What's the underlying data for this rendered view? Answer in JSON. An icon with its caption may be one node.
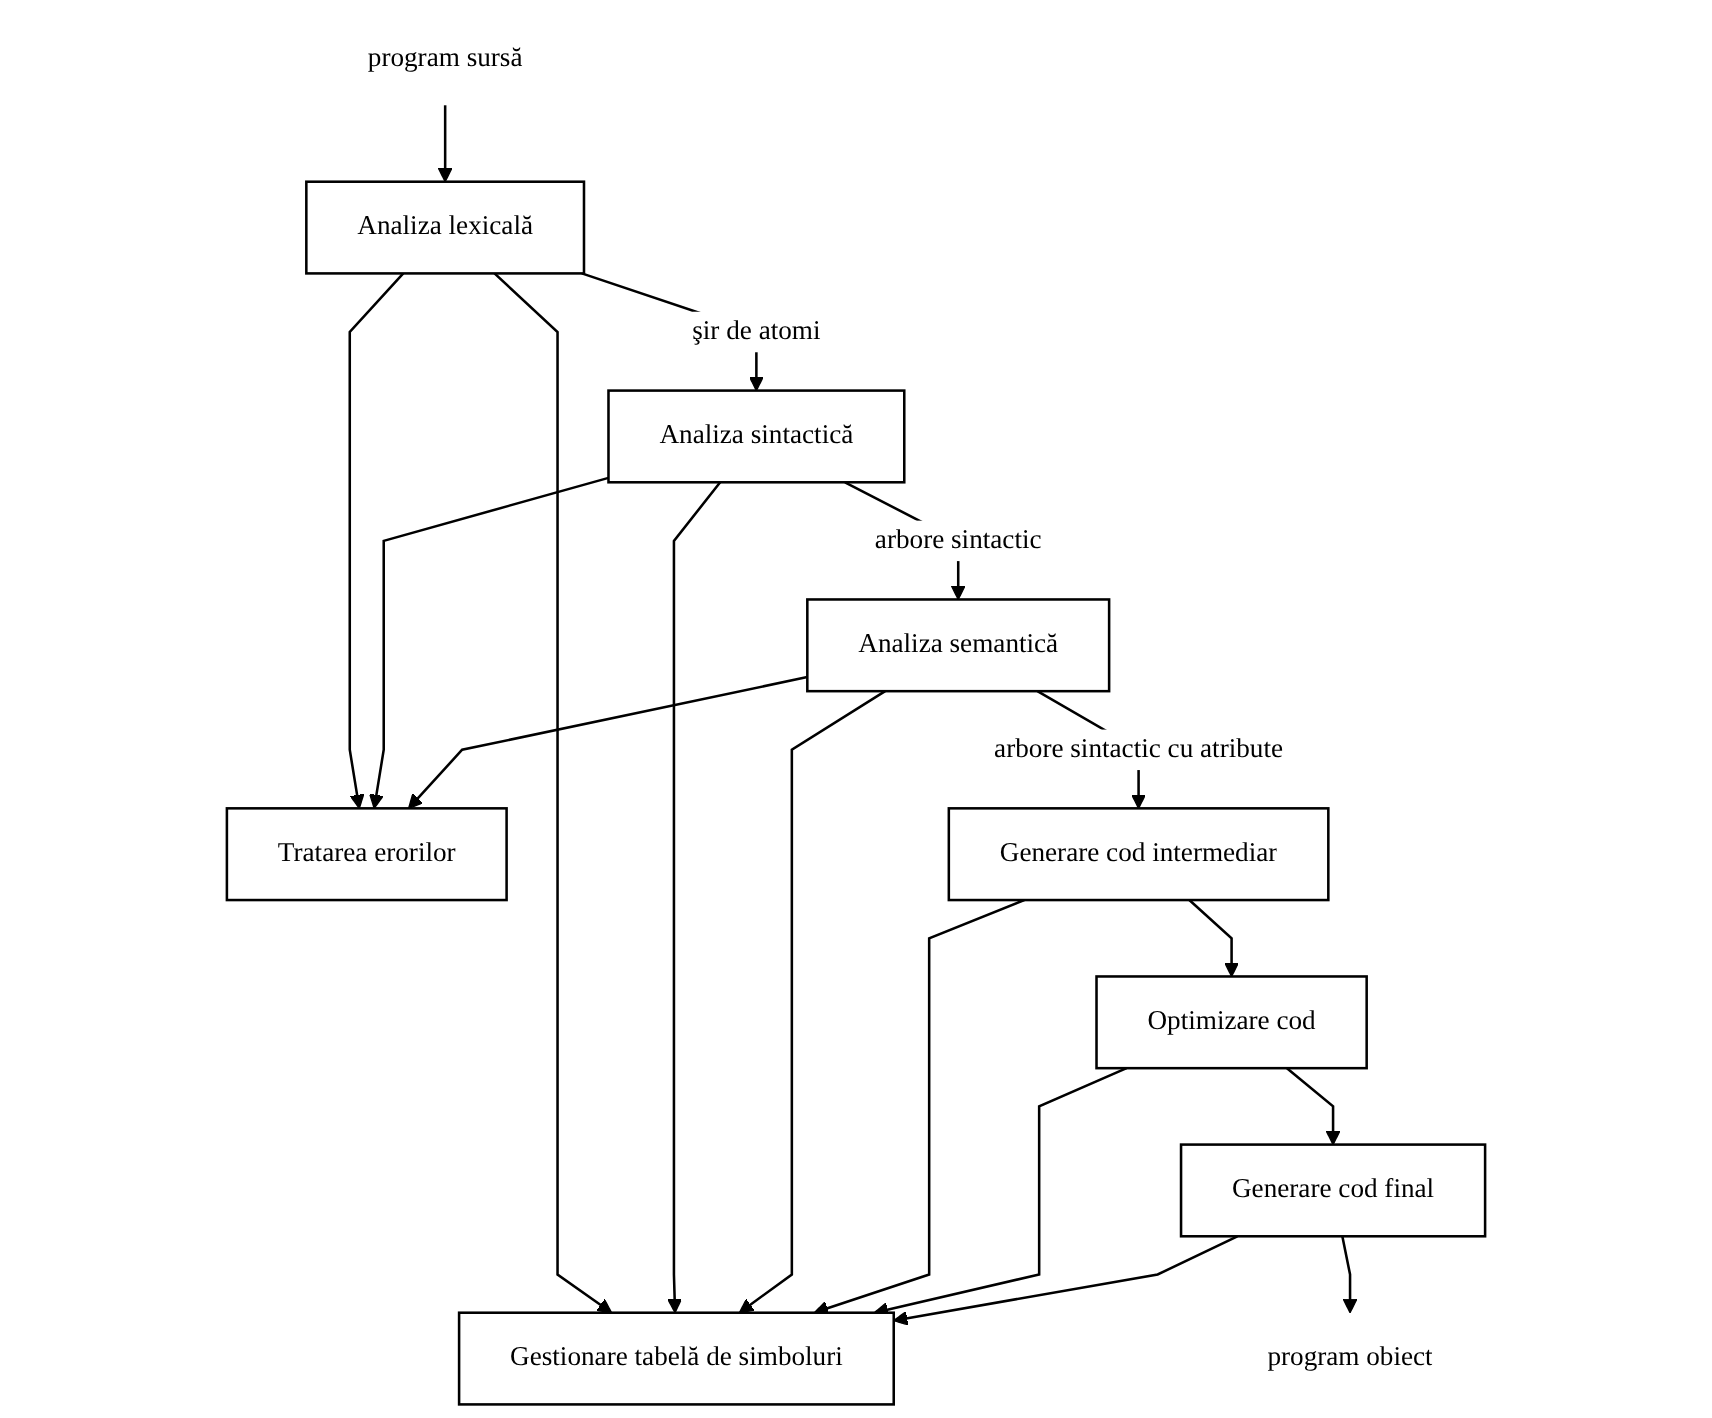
{
  "diagram": {
    "nodes": [
      {
        "text": [
          "program sursă"
        ]
      },
      {
        "text": [
          "Analiza lexicală"
        ]
      },
      {
        "text": [
          "Analiza sintactică"
        ]
      },
      {
        "text": [
          "Analiza semantică"
        ]
      },
      {
        "text": [
          "Gestionare tabelă de simboluri"
        ]
      },
      {
        "text": [
          "Tratarea erorilor"
        ]
      },
      {
        "text": [
          "Generare cod intermediar"
        ]
      },
      {
        "text": [
          "Optimizare cod"
        ]
      },
      {
        "text": [
          "Generare cod final"
        ]
      },
      {
        "text": [
          "program obiect"
        ]
      }
    ],
    "edges": [
      {
        "from": 0,
        "to": 1,
        "arrow": "to"
      },
      {
        "from": 1,
        "to": 2,
        "arrow": "to",
        "label": "şir de atomi"
      },
      {
        "from": 1,
        "to": 4,
        "arrow": "to"
      },
      {
        "from": 1,
        "to": 5,
        "arrow": "to"
      },
      {
        "from": 2,
        "to": 3,
        "arrow": "to",
        "label": "arbore sintactic"
      },
      {
        "from": 2,
        "to": 4,
        "arrow": "to"
      },
      {
        "from": 2,
        "to": 5,
        "arrow": "to"
      },
      {
        "from": 3,
        "to": 4,
        "arrow": "to"
      },
      {
        "from": 3,
        "to": 5,
        "arrow": "to"
      },
      {
        "from": 3,
        "to": 6,
        "arrow": "to",
        "label": "arbore sintactic cu atribute"
      },
      {
        "from": 6,
        "to": 4,
        "arrow": "to"
      },
      {
        "from": 6,
        "to": 7,
        "arrow": "to"
      },
      {
        "from": 7,
        "to": 4,
        "arrow": "to"
      },
      {
        "from": 7,
        "to": 8,
        "arrow": "to"
      },
      {
        "from": 8,
        "to": 4,
        "arrow": "to"
      },
      {
        "from": 8,
        "to": 9,
        "arrow": "to"
      }
    ]
  }
}
